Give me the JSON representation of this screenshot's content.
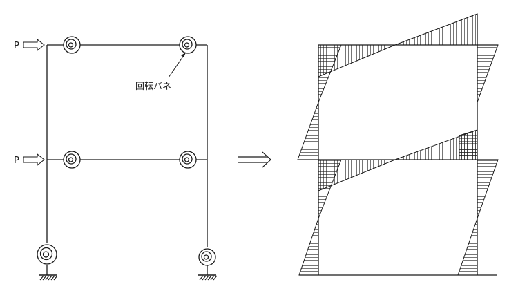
{
  "left_frame": {
    "load_label_upper": "P",
    "load_label_lower": "P",
    "spring_label": "回転バネ"
  },
  "right_frame": {},
  "transform_arrow": "⟹",
  "colors": {
    "line": "#1a1a1a",
    "hatch": "#1a1a1a",
    "background": "#ffffff"
  }
}
